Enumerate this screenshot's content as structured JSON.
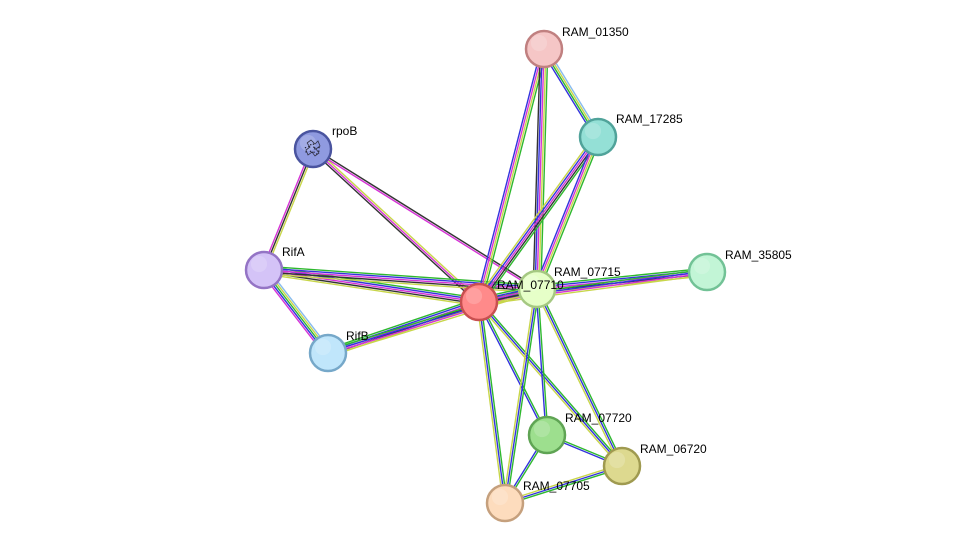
{
  "diagram": {
    "type": "protein-interaction-network",
    "nodes": [
      {
        "id": "RAM_01350",
        "label": "RAM_01350",
        "fill": "#f5c6c6",
        "stroke": "#c08080"
      },
      {
        "id": "RAM_17285",
        "label": "RAM_17285",
        "fill": "#94e0d6",
        "stroke": "#50a39a"
      },
      {
        "id": "rpoB",
        "label": "rpoB",
        "fill": "#8f9ae0",
        "stroke": "#4a549f",
        "has_structure": true
      },
      {
        "id": "RifA",
        "label": "RifA",
        "fill": "#d4c3f7",
        "stroke": "#9474c5"
      },
      {
        "id": "RAM_35805",
        "label": "RAM_35805",
        "fill": "#c2f5d6",
        "stroke": "#72c296"
      },
      {
        "id": "RAM_07715",
        "label": "RAM_07715",
        "fill": "#e6ffc8",
        "stroke": "#a5c882"
      },
      {
        "id": "RAM_07710",
        "label": "RAM_07710",
        "fill": "#ff8a8a",
        "stroke": "#c85050"
      },
      {
        "id": "RifB",
        "label": "RifB",
        "fill": "#c0e6fb",
        "stroke": "#76a8c9"
      },
      {
        "id": "RAM_07720",
        "label": "RAM_07720",
        "fill": "#9ddf8e",
        "stroke": "#5fa454"
      },
      {
        "id": "RAM_06720",
        "label": "RAM_06720",
        "fill": "#ddd98f",
        "stroke": "#9f9a50"
      },
      {
        "id": "RAM_07705",
        "label": "RAM_07705",
        "fill": "#fddcbd",
        "stroke": "#c5a07d"
      }
    ],
    "edge_colors": {
      "green": "#2eb82e",
      "blue": "#3333dd",
      "magenta": "#d633d6",
      "black": "#333333",
      "yellow": "#c8d64a",
      "lightblue": "#88bbee"
    },
    "edges": [
      {
        "source": "rpoB",
        "target": "RifA",
        "evidence": [
          "yellow",
          "black",
          "magenta"
        ]
      },
      {
        "source": "rpoB",
        "target": "RAM_07710",
        "evidence": [
          "yellow",
          "magenta",
          "black"
        ]
      },
      {
        "source": "rpoB",
        "target": "RAM_07715",
        "evidence": [
          "black",
          "magenta"
        ]
      },
      {
        "source": "RifA",
        "target": "RifB",
        "evidence": [
          "lightblue",
          "yellow",
          "green",
          "blue",
          "magenta"
        ]
      },
      {
        "source": "RifA",
        "target": "RAM_07710",
        "evidence": [
          "green",
          "blue",
          "magenta",
          "black",
          "yellow"
        ]
      },
      {
        "source": "RifA",
        "target": "RAM_07715",
        "evidence": [
          "green",
          "blue",
          "magenta",
          "black",
          "yellow"
        ]
      },
      {
        "source": "RifB",
        "target": "RAM_07710",
        "evidence": [
          "green",
          "blue",
          "magenta",
          "black",
          "yellow"
        ]
      },
      {
        "source": "RifB",
        "target": "RAM_07715",
        "evidence": [
          "green",
          "blue",
          "magenta",
          "yellow"
        ]
      },
      {
        "source": "RAM_01350",
        "target": "RAM_17285",
        "evidence": [
          "lightblue",
          "yellow",
          "green",
          "blue"
        ]
      },
      {
        "source": "RAM_01350",
        "target": "RAM_07710",
        "evidence": [
          "green",
          "yellow",
          "magenta",
          "blue"
        ]
      },
      {
        "source": "RAM_01350",
        "target": "RAM_07715",
        "evidence": [
          "green",
          "yellow",
          "magenta",
          "blue",
          "black"
        ]
      },
      {
        "source": "RAM_17285",
        "target": "RAM_07710",
        "evidence": [
          "green",
          "black",
          "magenta",
          "blue",
          "yellow"
        ]
      },
      {
        "source": "RAM_17285",
        "target": "RAM_07715",
        "evidence": [
          "green",
          "yellow",
          "magenta",
          "blue"
        ]
      },
      {
        "source": "RAM_07715",
        "target": "RAM_35805",
        "evidence": [
          "green",
          "blue",
          "magenta",
          "black",
          "yellow"
        ]
      },
      {
        "source": "RAM_07710",
        "target": "RAM_35805",
        "evidence": [
          "green",
          "blue",
          "magenta",
          "yellow"
        ]
      },
      {
        "source": "RAM_07710",
        "target": "RAM_07715",
        "evidence": [
          "green",
          "blue",
          "magenta",
          "black",
          "yellow"
        ]
      },
      {
        "source": "RAM_07710",
        "target": "RAM_07720",
        "evidence": [
          "green",
          "blue"
        ]
      },
      {
        "source": "RAM_07710",
        "target": "RAM_06720",
        "evidence": [
          "green",
          "blue",
          "yellow"
        ]
      },
      {
        "source": "RAM_07710",
        "target": "RAM_07705",
        "evidence": [
          "green",
          "blue",
          "yellow"
        ]
      },
      {
        "source": "RAM_07715",
        "target": "RAM_07720",
        "evidence": [
          "green",
          "blue"
        ]
      },
      {
        "source": "RAM_07715",
        "target": "RAM_06720",
        "evidence": [
          "green",
          "blue",
          "yellow"
        ]
      },
      {
        "source": "RAM_07715",
        "target": "RAM_07705",
        "evidence": [
          "green",
          "blue",
          "yellow"
        ]
      },
      {
        "source": "RAM_07720",
        "target": "RAM_06720",
        "evidence": [
          "green",
          "blue"
        ]
      },
      {
        "source": "RAM_07720",
        "target": "RAM_07705",
        "evidence": [
          "green",
          "blue"
        ]
      },
      {
        "source": "RAM_06720",
        "target": "RAM_07705",
        "evidence": [
          "green",
          "blue",
          "yellow"
        ]
      }
    ]
  }
}
